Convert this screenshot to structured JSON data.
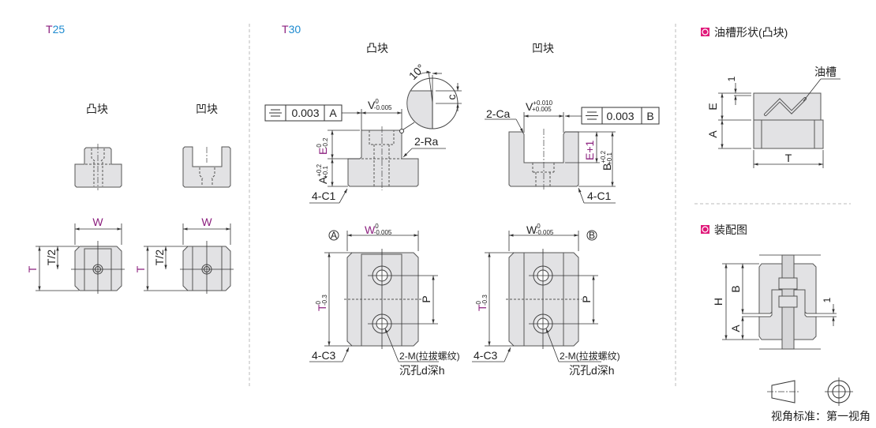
{
  "colors": {
    "purple": "#8b1f7e",
    "blue": "#1e8bd0",
    "marker": "#e0197a",
    "part_fill": "#e2e2e4"
  },
  "t25": {
    "size_prefix": "T",
    "size_num": "25",
    "convex_label": "凸块",
    "concave_label": "凹块",
    "dim_w": "W",
    "dim_t": "T",
    "dim_t_half": "T/2"
  },
  "t30": {
    "size_prefix": "T",
    "size_num": "30",
    "convex": {
      "title": "凸块",
      "tolerance": {
        "symbol": "symmetry-icon",
        "value": "0.003",
        "datum": "A"
      },
      "dim_v": "V",
      "dim_v_upper": "0",
      "dim_v_lower": "-0.005",
      "angle": "10°",
      "dim_c": "c",
      "radius_note": "2-Ra",
      "dim_e": "E",
      "dim_e_upper": "0",
      "dim_e_lower": "-0.2",
      "dim_a": "A",
      "dim_a_upper": "+0.2",
      "dim_a_lower": "+0.1",
      "chamfer_note": "4-C1",
      "bottom": {
        "datum": "A",
        "dim_w": "W",
        "dim_w_upper": "0",
        "dim_w_lower": "-0.005",
        "dim_t": "T",
        "dim_t_upper": "0",
        "dim_t_lower": "-0.3",
        "dim_p": "P",
        "chamfer_note": "4-C3",
        "thread_note": "2-M(拉拔螺纹)",
        "counterbore_note": "沉孔d深h"
      }
    },
    "concave": {
      "title": "凹块",
      "tolerance": {
        "symbol": "symmetry-icon",
        "value": "0.003",
        "datum": "B"
      },
      "dim_v": "V",
      "dim_v_upper": "+0.010",
      "dim_v_lower": "+0.005",
      "chamfer_top_note": "2-Ca",
      "dim_e": "E+1",
      "dim_b": "B",
      "dim_b_upper": "+0.2",
      "dim_b_lower": "+0.1",
      "chamfer_note": "4-C1",
      "bottom": {
        "datum": "B",
        "dim_w": "W",
        "dim_w_upper": "0",
        "dim_w_lower": "-0.005",
        "dim_t": "T",
        "dim_t_upper": "0",
        "dim_t_lower": "-0.3",
        "dim_p": "P",
        "chamfer_note": "4-C3",
        "thread_note": "2-M(拉拔螺纹)",
        "counterbore_note": "沉孔d深h"
      }
    }
  },
  "oil_groove": {
    "title": "油槽形状(凸块)",
    "groove_label": "油槽",
    "dim_1": "1",
    "dim_e": "E",
    "dim_a": "A",
    "dim_t": "T"
  },
  "assembly": {
    "title": "装配图",
    "dim_h": "H",
    "dim_b": "B",
    "dim_a": "A",
    "dim_1": "1"
  },
  "projection": {
    "label": "视角标准：第一视角"
  }
}
